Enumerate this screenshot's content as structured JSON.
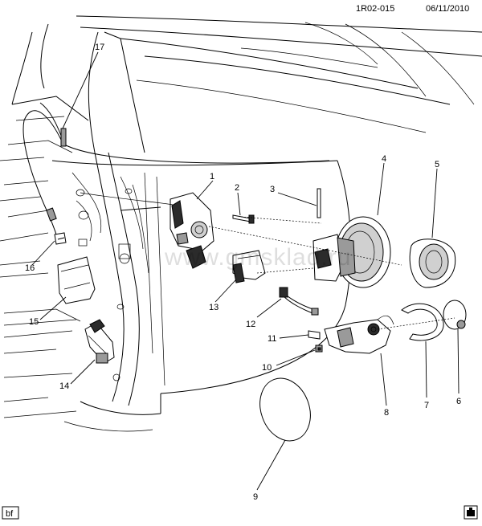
{
  "header": {
    "diagram_id": "1R02-015",
    "date": "06/11/2010"
  },
  "watermark": "www.gmsklad.ru",
  "footer": {
    "corner_code": "bf"
  },
  "callouts": [
    "1",
    "2",
    "3",
    "4",
    "5",
    "6",
    "7",
    "8",
    "9",
    "10",
    "11",
    "12",
    "13",
    "14",
    "15",
    "16",
    "17"
  ]
}
